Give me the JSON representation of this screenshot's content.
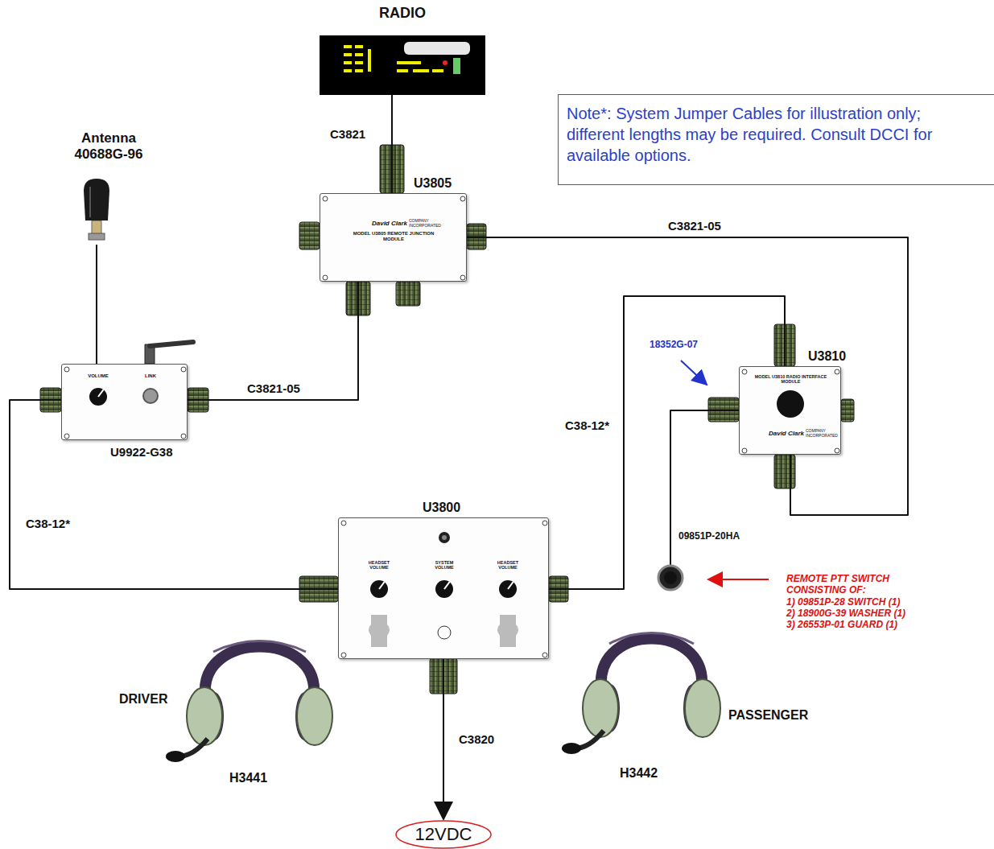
{
  "diagram": {
    "nodes": [
      {
        "text": [
          "RADIO"
        ]
      },
      {
        "text": [
          "Note*: System Jumper Cables for illustration only; different lengths may be required. Consult DCCI for available options."
        ]
      },
      {
        "text": [
          "Antenna 40688G-96"
        ]
      },
      {
        "text": [
          "U3805",
          "David Clark",
          "COMPANY INCORPORATED",
          "MODEL U3805 REMOTE JUNCTION MODULE"
        ]
      },
      {
        "text": [
          "VOLUME",
          "LINK",
          "U9922-G38"
        ]
      },
      {
        "text": [
          "U3810",
          "MODEL U3810 RADIO INTERFACE MODULE",
          "David Clark",
          "COMPANY INCORPORATED"
        ]
      },
      {
        "text": [
          "U3800",
          "HEADSET VOLUME",
          "SYSTEM VOLUME",
          "HEADSET VOLUME"
        ]
      },
      {
        "text": [
          "09851P-20HA"
        ]
      },
      {
        "text": [
          "DRIVER",
          "H3441"
        ]
      },
      {
        "text": [
          "PASSENGER",
          "H3442"
        ]
      },
      {
        "text": [
          "12VDC"
        ]
      }
    ],
    "edges": [
      {
        "from": 0,
        "to": 3,
        "label": "C3821",
        "arrow": "none"
      },
      {
        "from": 3,
        "to": 5,
        "label": "C3821-05",
        "arrow": "none"
      },
      {
        "from": 3,
        "to": 4,
        "label": "C3821-05",
        "arrow": "none"
      },
      {
        "from": 4,
        "to": 6,
        "label": "C38-12*",
        "arrow": "none"
      },
      {
        "from": 6,
        "to": 5,
        "label": "C38-12*",
        "arrow": "none"
      },
      {
        "from": 2,
        "to": 4,
        "arrow": "none"
      },
      {
        "from": 5,
        "to": 7,
        "arrow": "none"
      },
      {
        "from": 6,
        "to": 10,
        "label": "C3820",
        "arrow": "to"
      }
    ],
    "labels": [
      "18352G-07",
      "REMOTE PTT SWITCH CONSISTING OF:",
      "1) 09851P-28 SWITCH (1)",
      "2) 18900G-39 WASHER (1)",
      "3) 26553P-01 GUARD (1)"
    ]
  }
}
